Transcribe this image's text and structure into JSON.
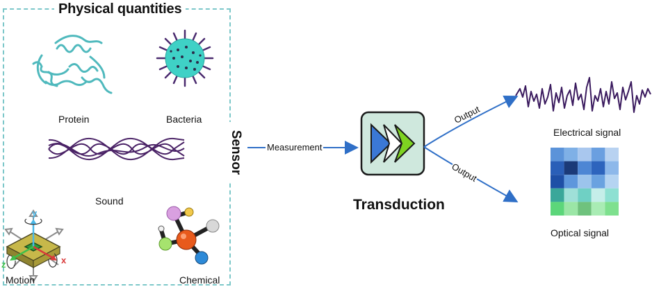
{
  "title": "Physical quantities",
  "quantities": {
    "protein": "Protein",
    "bacteria": "Bacteria",
    "sound": "Sound",
    "motion": "Motion",
    "chemical": "Chemical"
  },
  "motion_axes": {
    "x": "x",
    "y": "y",
    "z": "z"
  },
  "sensor_label": "Sensor",
  "measurement_label": "Measurement",
  "transduction_label": "Transduction",
  "output_label_top": "Output",
  "output_label_bottom": "Output",
  "electrical_signal": "Electrical signal",
  "optical_signal": "Optical signal",
  "colors": {
    "frame": "#7cc7c9",
    "protein": "#4fb9bd",
    "bacteria_body": "#3fd1c6",
    "bacteria_spikes": "#4a2a6e",
    "waves": "#4a2266",
    "arrow": "#2f6fc7",
    "chevron_blue": "#3b78d6",
    "chevron_green": "#7ed321",
    "transducer_bg": "#cfe8dd",
    "signal": "#3a1a5e"
  },
  "optical_grid": [
    [
      "#5b93d9",
      "#7fb0e6",
      "#a9c7ee",
      "#6a9fe0",
      "#b8d2f1"
    ],
    [
      "#2a5fb8",
      "#1b3a78",
      "#4d86d4",
      "#2d64bd",
      "#8db8ea"
    ],
    [
      "#1e4fa6",
      "#5e97dc",
      "#9cc4ec",
      "#6aa2e0",
      "#b5d4f2"
    ],
    [
      "#3aa79a",
      "#9fe0d8",
      "#6fd0c4",
      "#c5eee9",
      "#8ee0d2"
    ],
    [
      "#5cd67a",
      "#9be6a6",
      "#6fc27d",
      "#a9ecb4",
      "#7ee08e"
    ]
  ]
}
